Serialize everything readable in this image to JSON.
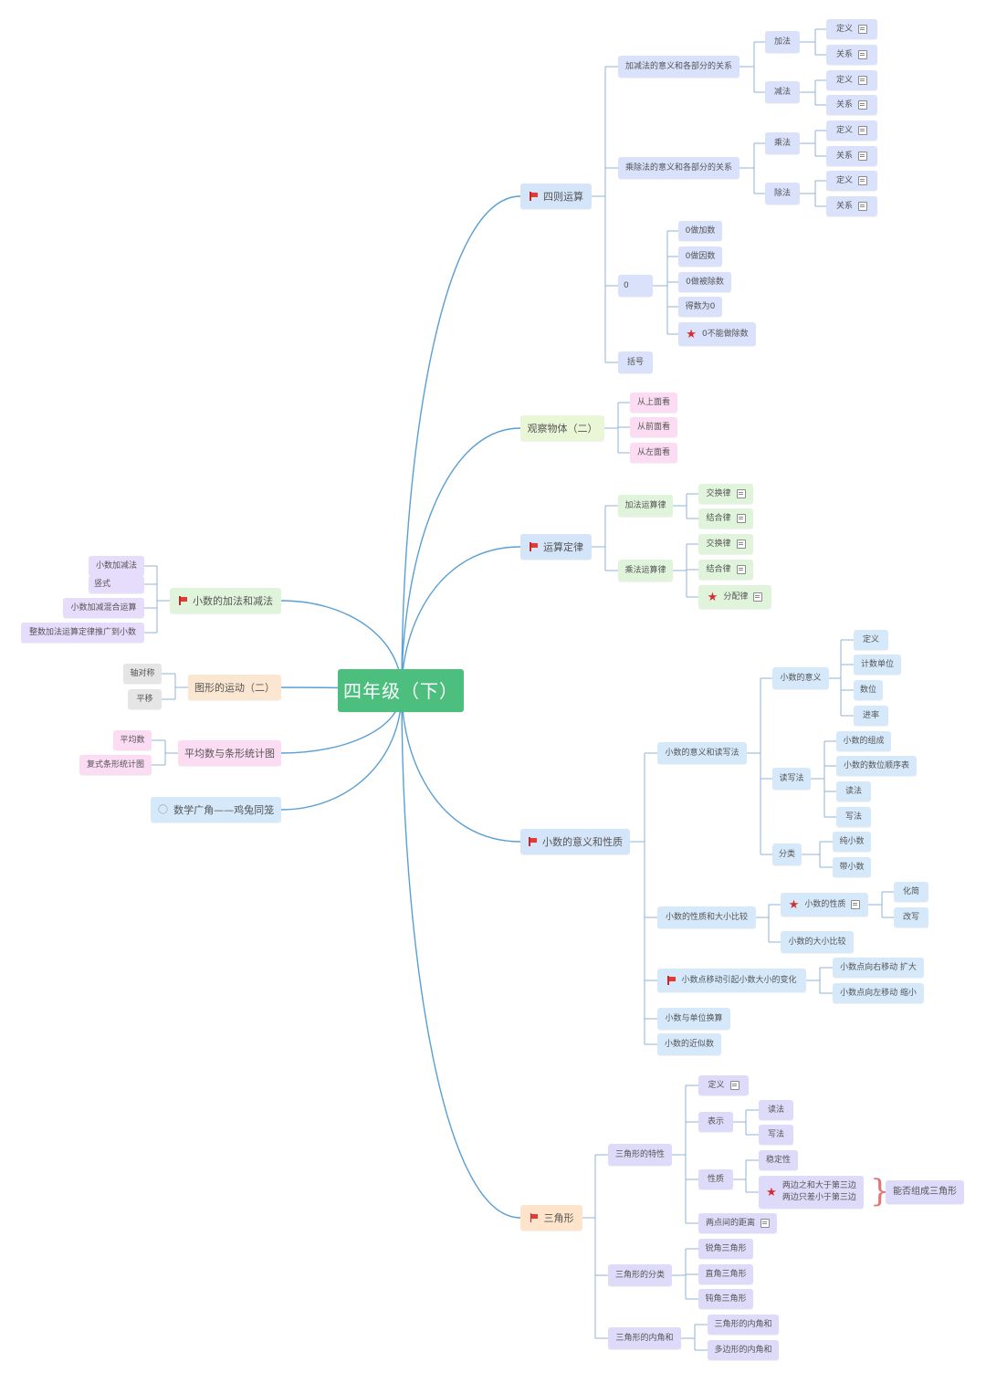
{
  "center": "四年级（下）",
  "branches": {
    "sizeyunsuan": {
      "title": "四则运算",
      "jiajian": "加减法的意义和各部分的关系",
      "jia": "加法",
      "jian": "减法",
      "chengchu": "乘除法的意义和各部分的关系",
      "cheng": "乘法",
      "chu": "除法",
      "dingyi": "定义",
      "guanxi": "关系",
      "zero": "0",
      "zero_items": [
        "0做加数",
        "0做因数",
        "0做被除数",
        "得数为0",
        "0不能做除数"
      ],
      "kuohao": "括号"
    },
    "guancha": {
      "title": "观察物体（二）",
      "items": [
        "从上面看",
        "从前面看",
        "从左面看"
      ]
    },
    "yunsuandinglv": {
      "title": "运算定律",
      "jiafa": "加法运算律",
      "chengfa": "乘法运算律",
      "jiaohuan": "交换律",
      "jiehe": "结合律",
      "fenpei": "分配律"
    },
    "xiaoshuyiyi": {
      "title": "小数的意义和性质",
      "yiyi_duxie": "小数的意义和读写法",
      "xiaoshu_yiyi": "小数的意义",
      "yiyi_items": [
        "定义",
        "计数单位",
        "数位",
        "进率"
      ],
      "duxiefa": "读写法",
      "duxie_items": [
        "小数的组成",
        "小数的数位顺序表",
        "读法",
        "写法"
      ],
      "fenlei": "分类",
      "fenlei_items": [
        "纯小数",
        "带小数"
      ],
      "xingzhi_bijiao": "小数的性质和大小比较",
      "xingzhi": "小数的性质",
      "xingzhi_items": [
        "化简",
        "改写"
      ],
      "daxiao": "小数的大小比较",
      "yidong": "小数点移动引起小数大小的变化",
      "yidong_items": [
        "小数点向右移动 扩大",
        "小数点向左移动 缩小"
      ],
      "danwei": "小数与单位换算",
      "jinsi": "小数的近似数"
    },
    "sanjiaoxing": {
      "title": "三角形",
      "texing": "三角形的特性",
      "dingyi": "定义",
      "biaoshi": "表示",
      "biaoshi_items": [
        "读法",
        "写法"
      ],
      "xingzhi": "性质",
      "wending": "稳定性",
      "liangbian": [
        "两边之和大于第三边",
        "两边只差小于第三边"
      ],
      "nengfou": "能否组成三角形",
      "juli": "两点间的距离",
      "fenlei": "三角形的分类",
      "fenlei_items": [
        "锐角三角形",
        "直角三角形",
        "钝角三角形"
      ],
      "neijiao": "三角形的内角和",
      "neijiao_items": [
        "三角形的内角和",
        "多边形的内角和"
      ]
    },
    "xiaoshujiajian": {
      "title": "小数的加法和减法",
      "items": [
        "小数加减法",
        "竖式",
        "小数加减混合运算",
        "整数加法运算定律推广到小数"
      ]
    },
    "tuxing": {
      "title": "图形的运动（二）",
      "items": [
        "轴对称",
        "平移"
      ]
    },
    "pingjunshu": {
      "title": "平均数与条形统计图",
      "items": [
        "平均数",
        "复式条形统计图"
      ]
    },
    "guangjiao": {
      "title": "数学广角——鸡兔同笼"
    }
  },
  "colors": {
    "center": "#4cbf7f",
    "line_right": "#5a9fd4",
    "line_left": "#5a9fd4",
    "flag": "#e53935",
    "star": "#d32f2f"
  }
}
